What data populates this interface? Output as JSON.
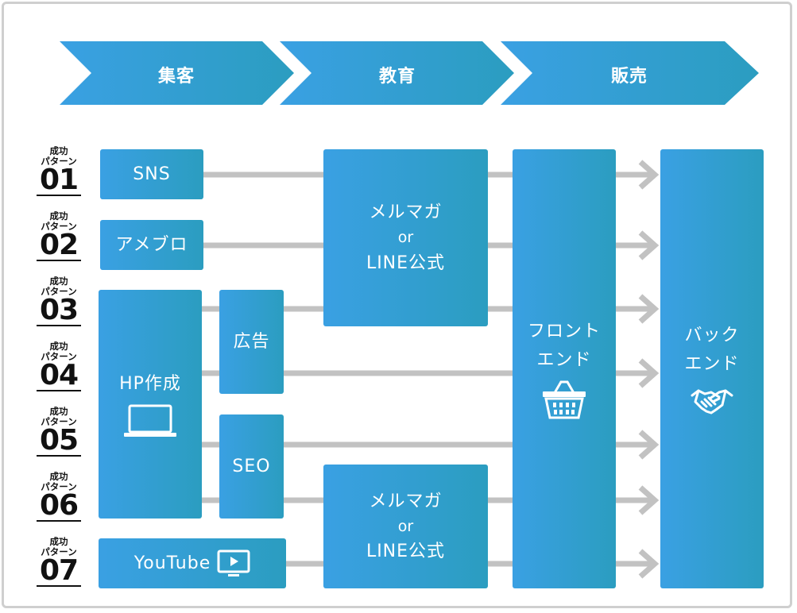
{
  "stages": [
    {
      "label": "集客"
    },
    {
      "label": "教育"
    },
    {
      "label": "販売"
    }
  ],
  "patterns": [
    {
      "line1": "成功",
      "line2": "パターン",
      "num": "01"
    },
    {
      "line1": "成功",
      "line2": "パターン",
      "num": "02"
    },
    {
      "line1": "成功",
      "line2": "パターン",
      "num": "03"
    },
    {
      "line1": "成功",
      "line2": "パターン",
      "num": "04"
    },
    {
      "line1": "成功",
      "line2": "パターン",
      "num": "05"
    },
    {
      "line1": "成功",
      "line2": "パターン",
      "num": "06"
    },
    {
      "line1": "成功",
      "line2": "パターン",
      "num": "07"
    }
  ],
  "nodes": {
    "sns": "SNS",
    "ameblo": "アメブロ",
    "hp": "HP作成",
    "youtube": "YouTube",
    "ad": "広告",
    "seo": "SEO",
    "mailmag1": {
      "line1": "メルマガ",
      "line2": "or",
      "line3": "LINE公式"
    },
    "mailmag2": {
      "line1": "メルマガ",
      "line2": "or",
      "line3": "LINE公式"
    },
    "frontend": {
      "line1": "フロント",
      "line2": "エンド"
    },
    "backend": {
      "line1": "バック",
      "line2": "エンド"
    }
  },
  "icons": {
    "hp": "laptop-icon",
    "youtube": "play-screen-icon",
    "frontend": "shopping-basket-icon",
    "backend": "handshake-icon"
  },
  "colors": {
    "box_start": "#3aa0e3",
    "box_end": "#2b9dc0",
    "connector": "#c2c2c2",
    "frame": "#cfcfcf",
    "text": "#111111"
  }
}
